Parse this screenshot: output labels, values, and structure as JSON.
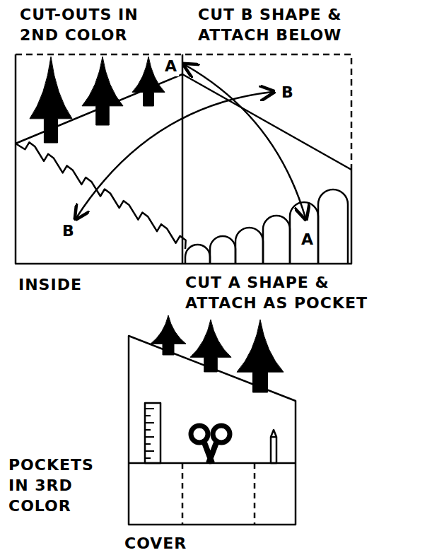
{
  "diagram": {
    "labels": [
      "CUT-OUTS IN 2ND COLOR",
      "CUT B SHAPE & ATTACH BELOW",
      "A",
      "B",
      "B",
      "A",
      "INSIDE",
      "CUT A SHAPE & ATTACH AS POCKET",
      "POCKETS IN 3RD COLOR",
      "COVER"
    ]
  }
}
